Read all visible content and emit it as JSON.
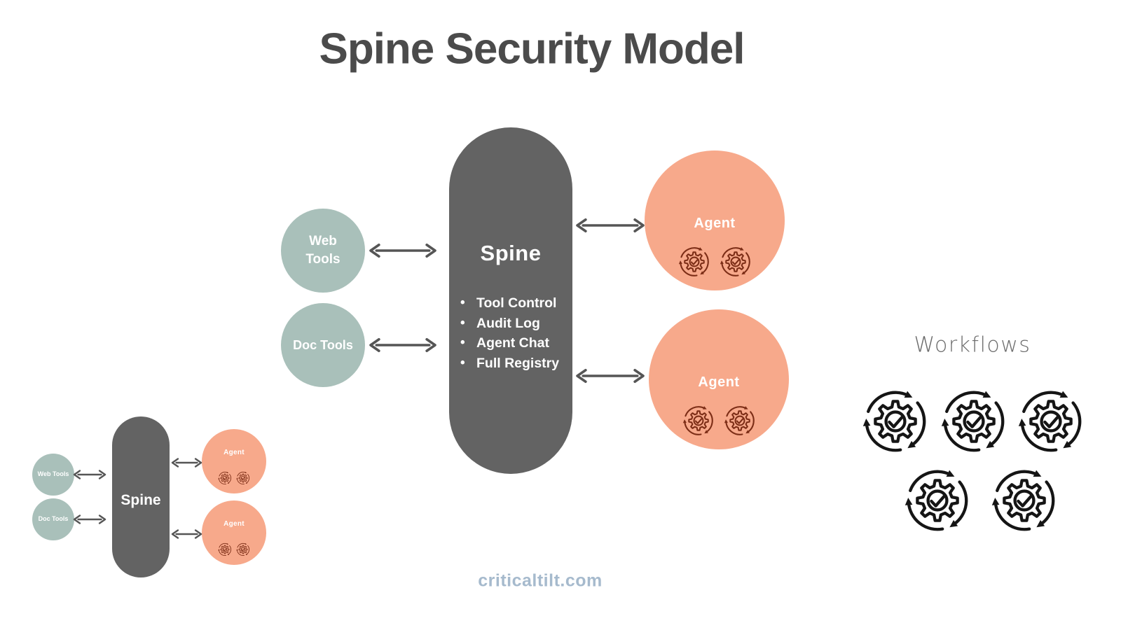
{
  "title": "Spine Security Model",
  "colors": {
    "title_gray": "#4b4b4b",
    "spine_gray": "#636363",
    "sage": "#a9c0ba",
    "salmon": "#f7a98b",
    "arrow_gray": "#555555",
    "gear_maroon": "#7c2d16",
    "workflow_black": "#151515",
    "workflows_label_gray": "#6c6c6c",
    "footer_blue": "#a6bacd"
  },
  "main_diagram": {
    "spine": {
      "label": "Spine",
      "features": [
        "Tool Control",
        "Audit Log",
        "Agent Chat",
        "Full Registry"
      ]
    },
    "tools": [
      {
        "label": "Web\nTools"
      },
      {
        "label": "Doc Tools"
      }
    ],
    "agents": [
      {
        "label": "Agent"
      },
      {
        "label": "Agent"
      }
    ]
  },
  "mini_diagram": {
    "spine": {
      "label": "Spine"
    },
    "tools": [
      {
        "label": "Web Tools"
      },
      {
        "label": "Doc Tools"
      }
    ],
    "agents": [
      {
        "label": "Agent"
      },
      {
        "label": "Agent"
      }
    ]
  },
  "workflows": {
    "label": "Workflows",
    "icon_count": 5
  },
  "footer": {
    "site": "criticaltilt.com"
  }
}
